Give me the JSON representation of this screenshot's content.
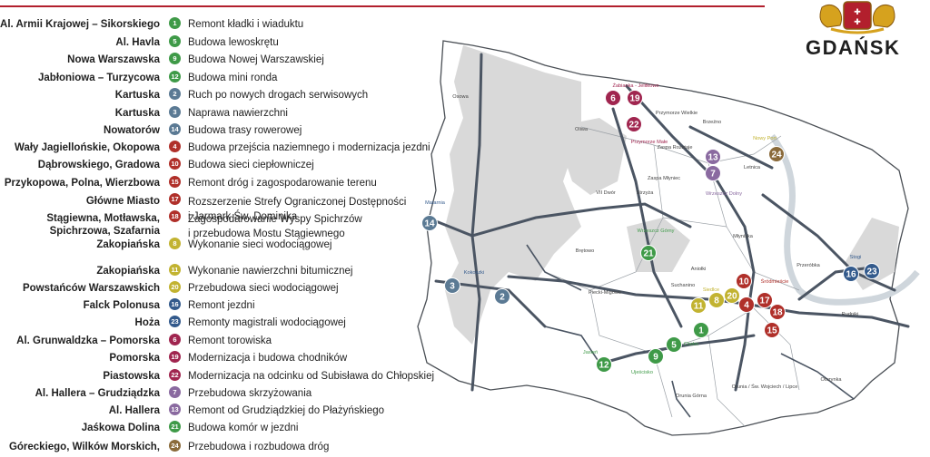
{
  "brand": {
    "name": "GDAŃSK",
    "colors": {
      "red": "#b21f2d",
      "gold": "#d6a21e"
    }
  },
  "category_colors": {
    "green": "#3f9a48",
    "blue": "#5b7a94",
    "maroon": "#a0254f",
    "red": "#b0302a",
    "yellow": "#c2b331",
    "violet": "#8a6aa0",
    "navy": "#335a8c",
    "olive": "#8a6a3a"
  },
  "legend": [
    {
      "street": "Al. Armii Krajowej – Sikorskiego",
      "num": "1",
      "color": "#3f9a48",
      "desc": "Remont kładki i wiaduktu"
    },
    {
      "street": "Al. Havla",
      "num": "5",
      "color": "#3f9a48",
      "desc": "Budowa lewoskrętu"
    },
    {
      "street": "Nowa Warszawska",
      "num": "9",
      "color": "#3f9a48",
      "desc": "Budowa Nowej Warszawskiej"
    },
    {
      "street": "Jabłoniowa – Turzycowa",
      "num": "12",
      "color": "#3f9a48",
      "desc": "Budowa mini ronda"
    },
    {
      "street": "Kartuska",
      "num": "2",
      "color": "#5b7a94",
      "desc": "Ruch po nowych drogach serwisowych"
    },
    {
      "street": "Kartuska",
      "num": "3",
      "color": "#5b7a94",
      "desc": "Naprawa nawierzchni"
    },
    {
      "street": "Nowatorów",
      "num": "14",
      "color": "#5b7a94",
      "desc": "Budowa trasy rowerowej"
    },
    {
      "street": "Wały Jagiellońskie, Okopowa",
      "num": "4",
      "color": "#b0302a",
      "desc": "Budowa przejścia naziemnego i modernizacja jezdni"
    },
    {
      "street": "Dąbrowskiego, Gradowa",
      "num": "10",
      "color": "#b0302a",
      "desc": "Budowa sieci ciepłowniczej"
    },
    {
      "street": "Przykopowa, Polna, Wierzbowa",
      "num": "15",
      "color": "#b0302a",
      "desc": "Remont dróg i zagospodarowanie terenu"
    },
    {
      "street": "Główne Miasto",
      "num": "17",
      "color": "#b0302a",
      "desc": "Rozszerzenie Strefy Ograniczonej Dostępności",
      "desc2": "i Jarmark Św. Dominika"
    },
    {
      "street": "Stągiewna, Motławska,",
      "street2": "Spichrzowa, Szafarnia",
      "num": "18",
      "color": "#b0302a",
      "desc": "Zagospodarowanie Wyspy Spichrzów",
      "desc2": "i przebudowa Mostu Stągiewnego"
    },
    {
      "street": "Zakopiańska",
      "num": "8",
      "color": "#c2b331",
      "desc": "Wykonanie sieci wodociągowej"
    },
    {
      "street": "Zakopiańska",
      "num": "11",
      "color": "#c2b331",
      "desc": "Wykonanie nawierzchni bitumicznej"
    },
    {
      "street": "Powstańców Warszawskich",
      "num": "20",
      "color": "#c2b331",
      "desc": "Przebudowa sieci wodociągowej"
    },
    {
      "street": "Falck Polonusa",
      "num": "16",
      "color": "#335a8c",
      "desc": "Remont jezdni"
    },
    {
      "street": "Hoża",
      "num": "23",
      "color": "#335a8c",
      "desc": "Remonty magistrali wodociągowej"
    },
    {
      "street": "Al. Grunwaldzka – Pomorska",
      "num": "6",
      "color": "#a0254f",
      "desc": "Remont torowiska"
    },
    {
      "street": "Pomorska",
      "num": "19",
      "color": "#a0254f",
      "desc": "Modernizacja i budowa chodników"
    },
    {
      "street": "Piastowska",
      "num": "22",
      "color": "#a0254f",
      "desc": "Modernizacja na odcinku od Subisława do Chłopskiej"
    },
    {
      "street": "Al. Hallera – Grudziądzka",
      "num": "7",
      "color": "#8a6aa0",
      "desc": "Przebudowa skrzyżowania"
    },
    {
      "street": "Al. Hallera",
      "num": "13",
      "color": "#8a6aa0",
      "desc": "Remont od Grudziądzkiej do Płażyńskiego"
    },
    {
      "street": "Jaśkowa Dolina",
      "num": "21",
      "color": "#3f9a48",
      "desc": "Budowa komór w jezdni"
    },
    {
      "street": "Góreckiego, Wilków Morskich,",
      "num": "24",
      "color": "#8a6a3a",
      "desc": "Przebudowa i rozbudowa dróg"
    }
  ],
  "map": {
    "districts": {
      "osowa": "Osowa",
      "oliwa": "Oliwa",
      "zabianka": "Żabianka - Jelitkowo",
      "przymorze_wielkie": "Przymorze Wielkie",
      "przymorze_male": "Przymorze Małe",
      "brzezno": "Brzeźno",
      "nowy_port": "Nowy Port",
      "zaspa_rozstaje": "Zaspa Rozstaje",
      "zaspa_mlyniec": "Zaspa Młyniec",
      "letnica": "Letnica",
      "wrzeszcz_dolny": "Wrzeszcz Dolny",
      "matarnia": "Matarnia",
      "vii_dwor": "VII Dwór",
      "strzyza": "Strzyża",
      "wrzeszcz_gorny": "Wrzeszcz Górny",
      "mlyniska": "Młyniska",
      "bretowo": "Brętowo",
      "kokoszki": "Kokoszki",
      "aniolki": "Aniołki",
      "srodmiescie": "Śródmieście",
      "przerobka": "Przeróbka",
      "stogi": "Stogi",
      "piecki": "Piecki-Migowo",
      "suchanino": "Suchanino",
      "siedlce": "Siedlce",
      "rudniki": "Rudniki",
      "chelm": "Chełm",
      "jasien": "Jasień",
      "ujescisko": "Ujeścisko",
      "orunia_gorna": "Orunia Górna",
      "orunia": "Orunia / Św. Wojciech / Lipce",
      "olszynka": "Olszynka"
    },
    "markers": [
      {
        "num": "6",
        "color": "#a0254f"
      },
      {
        "num": "19",
        "color": "#a0254f"
      },
      {
        "num": "22",
        "color": "#a0254f"
      },
      {
        "num": "13",
        "color": "#8a6aa0"
      },
      {
        "num": "7",
        "color": "#8a6aa0"
      },
      {
        "num": "24",
        "color": "#8a6a3a"
      },
      {
        "num": "14",
        "color": "#5b7a94"
      },
      {
        "num": "21",
        "color": "#3f9a48"
      },
      {
        "num": "3",
        "color": "#5b7a94"
      },
      {
        "num": "2",
        "color": "#5b7a94"
      },
      {
        "num": "10",
        "color": "#b0302a"
      },
      {
        "num": "11",
        "color": "#c2b331"
      },
      {
        "num": "8",
        "color": "#c2b331"
      },
      {
        "num": "20",
        "color": "#c2b331"
      },
      {
        "num": "4",
        "color": "#b0302a"
      },
      {
        "num": "17",
        "color": "#b0302a"
      },
      {
        "num": "18",
        "color": "#b0302a"
      },
      {
        "num": "15",
        "color": "#b0302a"
      },
      {
        "num": "16",
        "color": "#335a8c"
      },
      {
        "num": "23",
        "color": "#335a8c"
      },
      {
        "num": "1",
        "color": "#3f9a48"
      },
      {
        "num": "5",
        "color": "#3f9a48"
      },
      {
        "num": "9",
        "color": "#3f9a48"
      },
      {
        "num": "12",
        "color": "#3f9a48"
      }
    ]
  }
}
